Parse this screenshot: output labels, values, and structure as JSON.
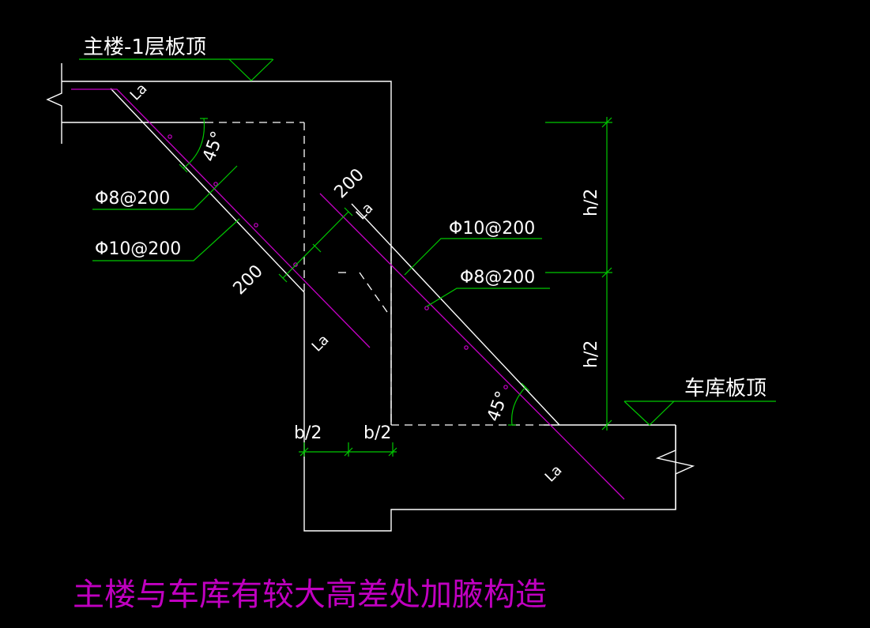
{
  "colors": {
    "background": "#000000",
    "outline": "#ffffff",
    "dimension": "#00c800",
    "rebar": "#c800c8",
    "title": "#c000c0"
  },
  "labels": {
    "level_main": "主楼-1层板顶",
    "level_garage": "车库板顶",
    "rebar_phi8_left": "Φ8@200",
    "rebar_phi10_left": "Φ10@200",
    "rebar_phi10_right": "Φ10@200",
    "rebar_phi8_right": "Φ8@200",
    "dim_200_upper": "200",
    "dim_200_lower": "200",
    "angle_upper": "45°",
    "angle_lower": "45°",
    "half_height_upper": "h/2",
    "half_height_lower": "h/2",
    "half_width_left": "b/2",
    "half_width_right": "b/2",
    "anchor_la": "La"
  },
  "title": "主楼与车库有较大高差处加腋构造"
}
